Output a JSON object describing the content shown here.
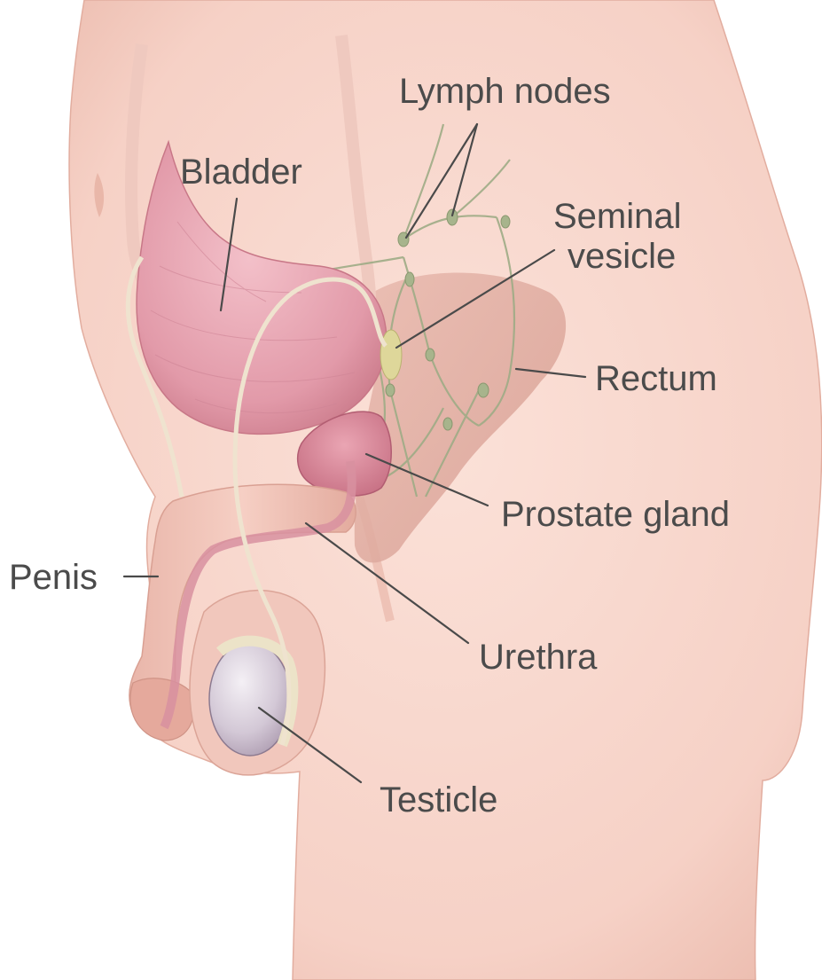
{
  "labels": {
    "lymph_nodes": "Lymph nodes",
    "bladder": "Bladder",
    "seminal_line1": "Seminal",
    "seminal_line2": "vesicle",
    "rectum": "Rectum",
    "prostate": "Prostate gland",
    "penis": "Penis",
    "urethra": "Urethra",
    "testicle": "Testicle"
  },
  "colors": {
    "skin": "#f7d6cd",
    "skin_shadow": "#e6b2a4",
    "bladder": "#e7a4b1",
    "prostate": "#d9879a",
    "lymph": "#a7b48c",
    "vas_deferens": "#efe3cf",
    "testicle": "#d6ccd8",
    "label_text": "#4b4b4b"
  }
}
